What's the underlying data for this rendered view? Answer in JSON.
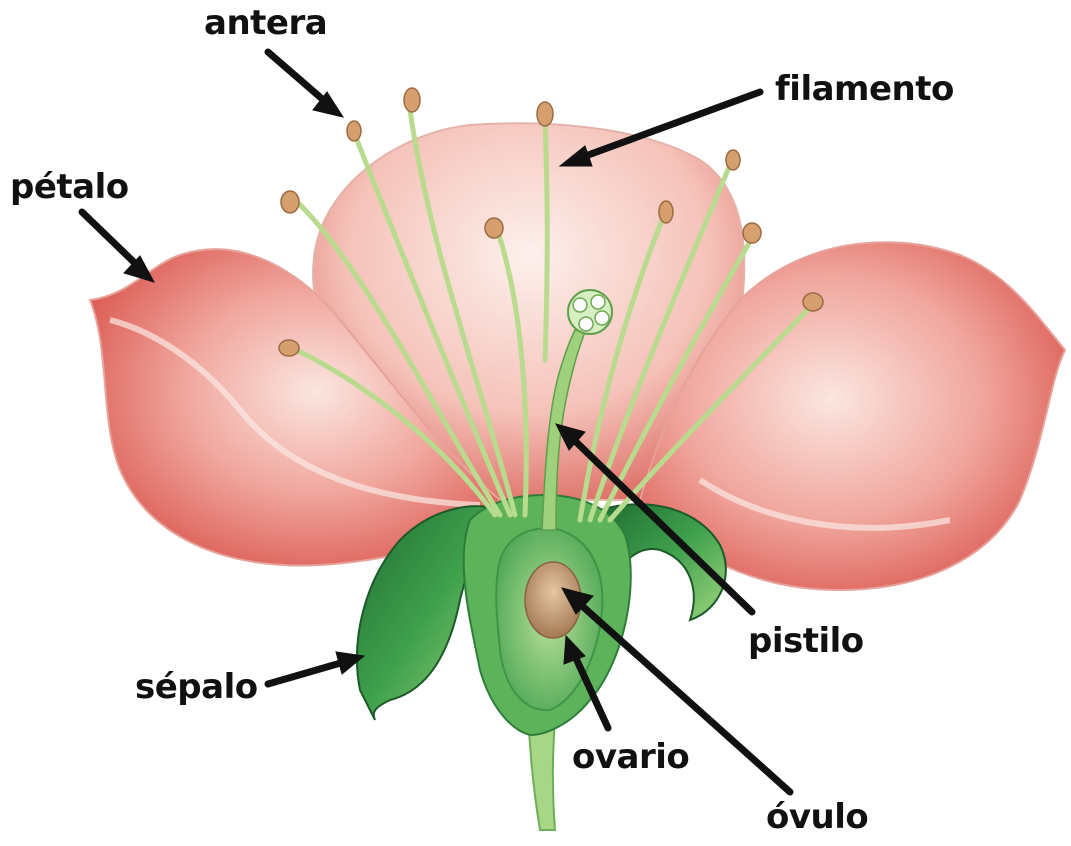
{
  "labels": {
    "antera": "antera",
    "filamento": "filamento",
    "petalo": "pétalo",
    "pistilo": "pistilo",
    "sepalo": "sépalo",
    "ovario": "ovario",
    "ovulo": "óvulo"
  },
  "colors": {
    "petal": "#f2a6a0",
    "petal_light": "#fbe3dd",
    "petal_dark": "#d9544c",
    "filament": "#b7d98a",
    "anther": "#d19a6b",
    "sepal": "#2e8a3e",
    "ovary": "#8cc97a",
    "ovule": "#c9a07a",
    "arrow": "#111111"
  }
}
